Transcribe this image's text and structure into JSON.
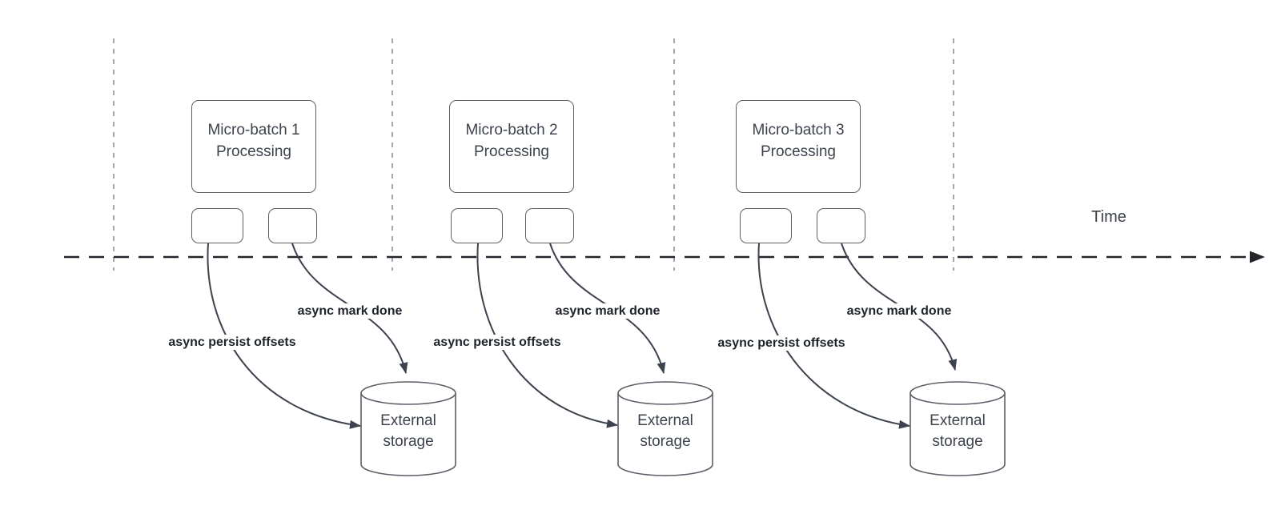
{
  "time_axis": {
    "label": "Time"
  },
  "batches": [
    {
      "title_lines": [
        "Micro-batch 1",
        "Processing"
      ],
      "persist_label": "async persist offsets",
      "done_label": "async mark done",
      "storage_lines": [
        "External",
        "storage"
      ]
    },
    {
      "title_lines": [
        "Micro-batch 2",
        "Processing"
      ],
      "persist_label": "async persist offsets",
      "done_label": "async mark done",
      "storage_lines": [
        "External",
        "storage"
      ]
    },
    {
      "title_lines": [
        "Micro-batch 3",
        "Processing"
      ],
      "persist_label": "async persist offsets",
      "done_label": "async mark done",
      "storage_lines": [
        "External",
        "storage"
      ]
    }
  ],
  "colors": {
    "background": "#ffffff",
    "shape_stroke": "#5b6068",
    "shape_text": "#3d434d",
    "connector": "#3c434e",
    "label_text": "#1e232a",
    "timeline": "#22262b",
    "guide_line": "#a3a7ad"
  }
}
